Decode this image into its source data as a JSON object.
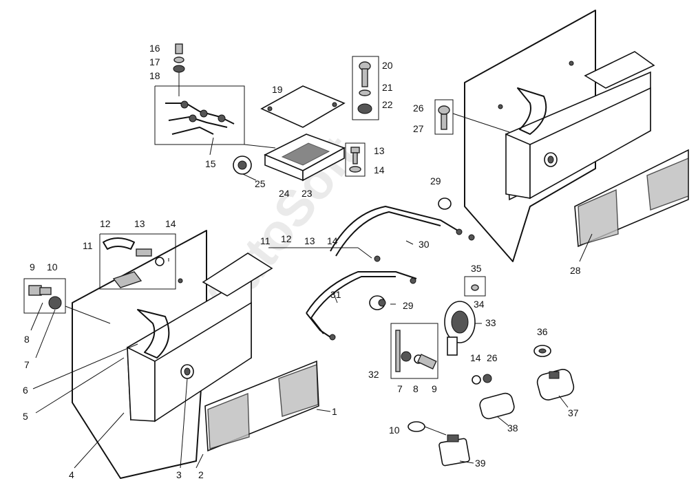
{
  "watermark": "AutoSoft",
  "part_numbers": [
    "1",
    "2",
    "3",
    "4",
    "5",
    "6",
    "7",
    "8",
    "9",
    "10",
    "11",
    "12",
    "13",
    "14",
    "15",
    "16",
    "17",
    "18",
    "19",
    "20",
    "21",
    "22",
    "23",
    "24",
    "25",
    "26",
    "27",
    "28",
    "29",
    "30",
    "31",
    "32",
    "33",
    "34",
    "35",
    "36",
    "37",
    "38",
    "39"
  ],
  "labels": {
    "l1": "1",
    "l2": "2",
    "l3": "3",
    "l4": "4",
    "l5": "5",
    "l6": "6",
    "l7": "7",
    "l8": "8",
    "l9": "9",
    "l10": "10",
    "l11": "11",
    "l12": "12",
    "l13": "13",
    "l14": "14",
    "l7b": "7",
    "l8b": "8",
    "l9b": "9",
    "l10b": "10",
    "l11b": "11",
    "l12b": "12",
    "l13b": "13",
    "l14b": "14",
    "l13c": "13",
    "l14c": "14",
    "l15": "15",
    "l16": "16",
    "l17": "17",
    "l18": "18",
    "l19": "19",
    "l20": "20",
    "l21": "21",
    "l22": "22",
    "l23": "23",
    "l24": "24",
    "l25": "25",
    "l26": "26",
    "l27": "27",
    "l28": "28",
    "l29": "29",
    "l29b": "29",
    "l30": "30",
    "l31": "31",
    "l32": "32",
    "l33": "33",
    "l34": "34",
    "l35": "35",
    "l36": "36",
    "l37": "37",
    "l38": "38",
    "l39": "39",
    "l14d": "14",
    "l26b": "26"
  }
}
